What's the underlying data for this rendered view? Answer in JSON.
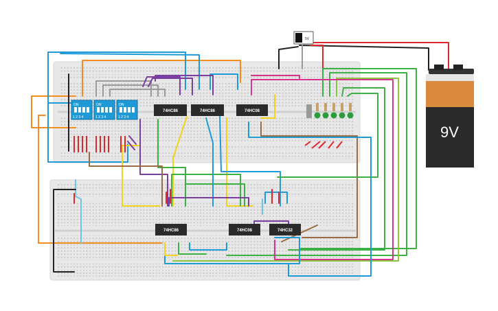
{
  "chips": {
    "top_1": "74HC86",
    "top_2": "74HC86",
    "top_3": "74HC08",
    "bottom_1": "74HC86",
    "bottom_2": "74HC08",
    "bottom_3": "74HC32"
  },
  "dip_switches": {
    "on_label": "ON",
    "positions": "1 2 3 4"
  },
  "battery": {
    "label": "9V"
  },
  "regulator": {
    "label": "5V"
  },
  "colors": {
    "red": "#e0262d",
    "black": "#222222",
    "blue": "#1e9bd7",
    "green": "#3cb043",
    "yellow": "#f2d21b",
    "orange": "#f28c1c",
    "purple": "#7a3ea0",
    "gray": "#9a9a9a",
    "brown": "#9b6b43",
    "magenta": "#d6338e",
    "cyan": "#6ec6df",
    "lime": "#8bc540"
  }
}
